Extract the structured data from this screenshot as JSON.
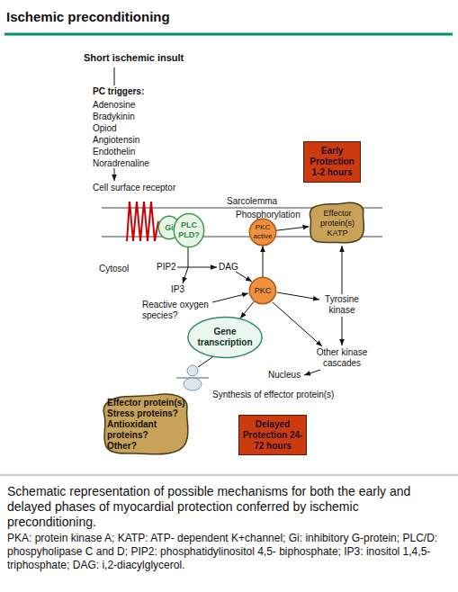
{
  "diagram": {
    "title": "Ischemic preconditioning",
    "caption": "Schematic representation of possible mechanisms for both the early and delayed phases of myocardial protection conferred by ischemic preconditioning.",
    "nodes": [
      {
        "text": [
          "Early Protection 1-2 hours"
        ]
      },
      {
        "text": [
          "Gi"
        ]
      },
      {
        "text": [
          "PLC PLD?"
        ]
      },
      {
        "text": [
          "PKC active"
        ]
      },
      {
        "text": [
          "Effector protein(s) KATP"
        ]
      },
      {
        "text": [
          "PKC"
        ]
      },
      {
        "text": [
          "Gene transcription"
        ]
      },
      {
        "text": [
          "Effector protein(s)",
          "Stress proteins?",
          "Antioxidant proteins?",
          "Other?"
        ]
      },
      {
        "text": [
          "Delayed Protection 24-72 hours"
        ]
      }
    ],
    "edges": [
      {
        "from": 5,
        "to": 3,
        "arrow": "to"
      },
      {
        "from": 3,
        "to": 4,
        "label": "Phosphorylation",
        "arrow": "to"
      },
      {
        "from": 5,
        "to": 6,
        "arrow": "to"
      }
    ],
    "labels": [
      "Short ischemic insult",
      "PC triggers:",
      "Adenosine",
      "Bradykinin",
      "Opiod",
      "Angiotensin",
      "Endothelin",
      "Noradrenaline",
      "Cell surface receptor",
      "Sarcolemma",
      "Cytosol",
      "PIP2",
      "DAG",
      "IP3",
      "Reactive oxygen species?",
      "Tyrosine kinase",
      "Other kinase cascades",
      "Nucleus",
      "Synthesis of effector protein(s)",
      "PKA: protein kinase A; KATP: ATP- dependent K+channel; Gi: inhibitory G-protein; PLC/D: phospyholipase C and D; PIP2: phosphatidylinositol 4,5- biphosphate; IP3: inositol 1,4,5-triphosphate; DAG: i,2-diacylglycerol."
    ]
  }
}
